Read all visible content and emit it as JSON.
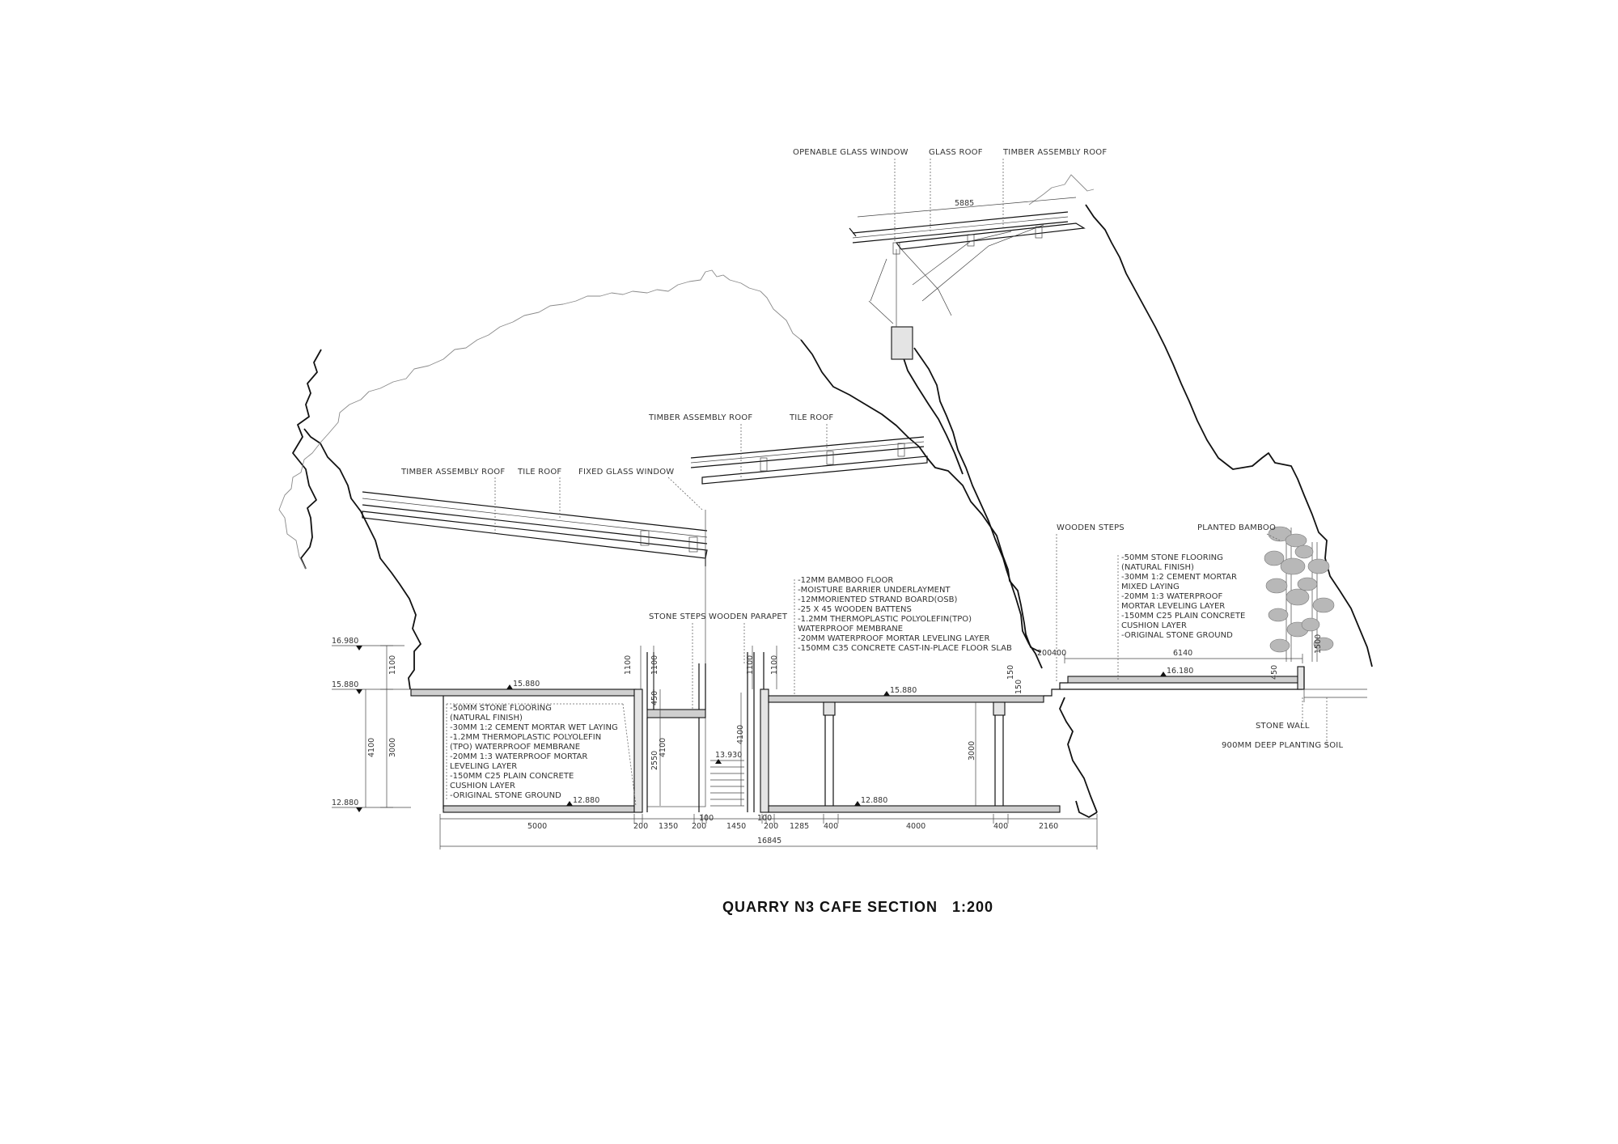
{
  "title": "QUARRY N3 CAFE SECTION   1:200",
  "labels": {
    "openable_glass_window": "OPENABLE GLASS WINDOW",
    "glass_roof": "GLASS ROOF",
    "timber_assembly_roof_top": "TIMBER ASSEMBLY ROOF",
    "timber_assembly_roof_mid": "TIMBER ASSEMBLY ROOF",
    "tile_roof_mid": "TILE ROOF",
    "timber_assembly_roof_left": "TIMBER ASSEMBLY ROOF",
    "tile_roof_left": "TILE ROOF",
    "fixed_glass_window": "FIXED GLASS WINDOW",
    "stone_steps": "STONE STEPS",
    "wooden_parapet": "WOODEN PARAPET",
    "wooden_steps": "WOODEN STEPS",
    "planted_bamboo": "PLANTED BAMBOO",
    "stone_wall": "STONE WALL",
    "planting_soil": "900MM DEEP PLANTING SOIL"
  },
  "notes": {
    "floor_left": [
      "-50MM STONE FLOORING",
      "  (NATURAL FINISH)",
      "-30MM 1:2 CEMENT MORTAR WET LAYING",
      "-1.2MM THERMOPLASTIC POLYOLEFIN",
      "  (TPO) WATERPROOF MEMBRANE",
      "-20MM 1:3 WATERPROOF MORTAR",
      "  LEVELING LAYER",
      "-150MM C25 PLAIN CONCRETE",
      "  CUSHION LAYER",
      "-ORIGINAL STONE GROUND"
    ],
    "floor_middle": [
      "-12MM BAMBOO FLOOR",
      "-MOISTURE BARRIER UNDERLAYMENT",
      "-12MMORIENTED STRAND BOARD(OSB)",
      "-25 X 45 WOODEN BATTENS",
      "-1.2MM THERMOPLASTIC POLYOLEFIN(TPO)",
      "  WATERPROOF MEMBRANE",
      "-20MM WATERPROOF MORTAR LEVELING LAYER",
      "-150MM C35 CONCRETE CAST-IN-PLACE FLOOR SLAB"
    ],
    "floor_right": [
      "-50MM STONE FLOORING",
      "  (NATURAL FINISH)",
      "-30MM 1:2 CEMENT MORTAR",
      "  MIXED LAYING",
      "-20MM 1:3 WATERPROOF",
      "  MORTAR LEVELING LAYER",
      "-150MM C25 PLAIN CONCRETE",
      "  CUSHION LAYER",
      "-ORIGINAL STONE GROUND"
    ]
  },
  "levels": {
    "l16980": "16.980",
    "l15880": "15.880",
    "l12880": "12.880",
    "floor_15880_a": "15.880",
    "floor_15880_b": "15.880",
    "floor_12880_a": "12.880",
    "floor_12880_b": "12.880",
    "stair_13930": "13.930",
    "terrace_16180": "16.180"
  },
  "dimensions": {
    "left_1100": "1100",
    "left_4100": "4100",
    "left_3000": "3000",
    "stair_1100_a": "1100",
    "stair_1100_b": "1100",
    "stair_450": "450",
    "stair_4100": "4100",
    "stair_2550": "2550",
    "mid_1100_a": "1100",
    "mid_1100_b": "1100",
    "mid_4100": "4100",
    "mid_3000": "3000",
    "step_150": "150",
    "step_150b": "150",
    "terrace_6140": "6140",
    "terrace_200": "200",
    "terrace_400": "400",
    "terrace_450": "450",
    "terrace_1500": "1500",
    "roof_5885": "5885",
    "bottom": [
      "5000",
      "200",
      "1350",
      "200",
      "100",
      "1450",
      "100",
      "200",
      "1285",
      "400",
      "4000",
      "400",
      "2160"
    ],
    "total": "16845"
  }
}
